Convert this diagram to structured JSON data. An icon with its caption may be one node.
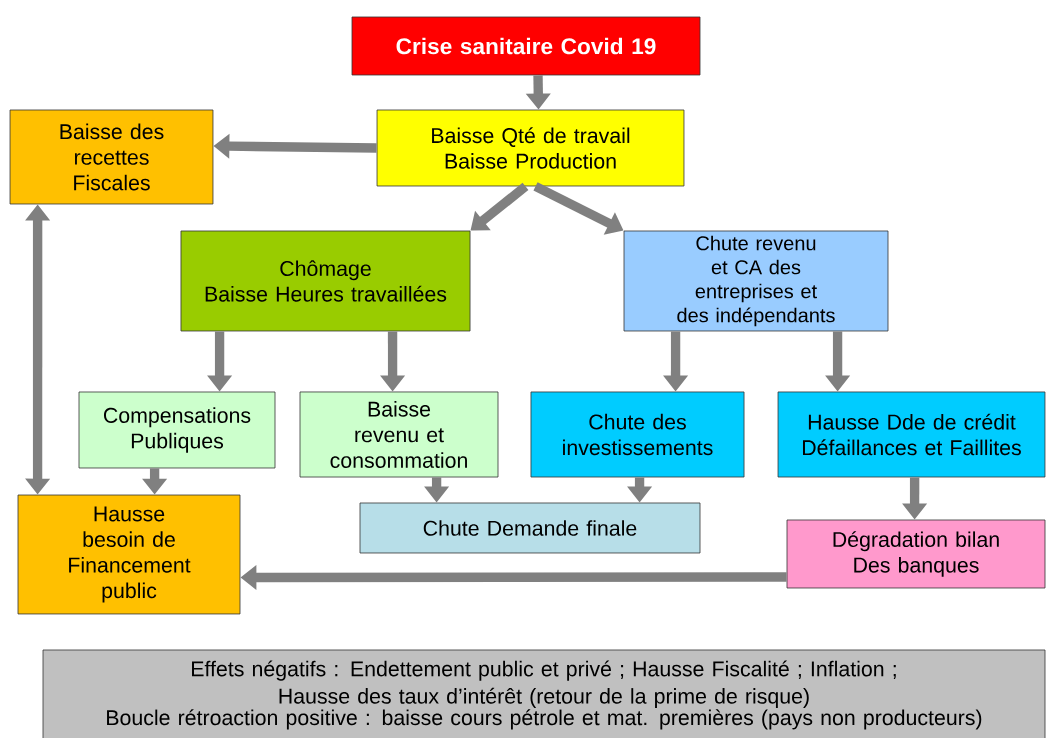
{
  "diagram": {
    "nodes": [
      {
        "text": [
          "Crise sanitaire Covid 19"
        ]
      },
      {
        "text": [
          "Baisse Qté de travail",
          "Baisse Production"
        ]
      },
      {
        "text": [
          "Baisse des recettes Fiscales"
        ]
      },
      {
        "text": [
          "Chômage",
          "Baisse Heures travaillées"
        ]
      },
      {
        "text": [
          "Chute revenu et CA des entreprises et des indépendants"
        ]
      },
      {
        "text": [
          "Compensations Publiques"
        ]
      },
      {
        "text": [
          "Baisse revenu et consommation"
        ]
      },
      {
        "text": [
          "Chute des investissements"
        ]
      },
      {
        "text": [
          "Hausse Dde de crédit",
          "Défaillances et Faillites"
        ]
      },
      {
        "text": [
          "Hausse besoin de Financement public"
        ]
      },
      {
        "text": [
          "Chute Demande finale"
        ]
      },
      {
        "text": [
          "Dégradation bilan",
          "Des banques"
        ]
      },
      {
        "text": [
          "Effets négatifs : Endettement public et privé ; Hausse Fiscalité ; Inflation ; Hausse des taux d’intérêt (retour de la prime de risque)",
          "Boucle rétroaction positive : baisse cours pétrole et mat. premières (pays non producteurs)"
        ]
      }
    ],
    "edges": [
      {
        "from": 0,
        "to": 1,
        "arrow": "to"
      },
      {
        "from": 1,
        "to": 2,
        "arrow": "to"
      },
      {
        "from": 1,
        "to": 3,
        "arrow": "to"
      },
      {
        "from": 1,
        "to": 4,
        "arrow": "to"
      },
      {
        "from": 3,
        "to": 5,
        "arrow": "to"
      },
      {
        "from": 3,
        "to": 6,
        "arrow": "to"
      },
      {
        "from": 4,
        "to": 7,
        "arrow": "to"
      },
      {
        "from": 4,
        "to": 8,
        "arrow": "to"
      },
      {
        "from": 2,
        "to": 9,
        "arrow": "both"
      },
      {
        "from": 5,
        "to": 9,
        "arrow": "to"
      },
      {
        "from": 6,
        "to": 10,
        "arrow": "to"
      },
      {
        "from": 7,
        "to": 10,
        "arrow": "to"
      },
      {
        "from": 8,
        "to": 11,
        "arrow": "to"
      },
      {
        "from": 11,
        "to": 9,
        "arrow": "to"
      }
    ]
  }
}
